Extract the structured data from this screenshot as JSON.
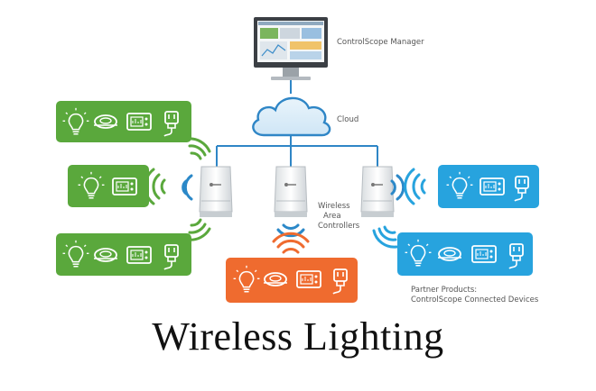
{
  "title": "Wireless Lighting",
  "labels": {
    "manager": "ControlScope Manager",
    "cloud": "Cloud",
    "controllers_line1": "Wireless",
    "controllers_line2": "Area",
    "controllers_line3": "Controllers",
    "partner_line1": "Partner Products:",
    "partner_line2": "ControlScope Connected Devices"
  },
  "colors": {
    "green": "#5aa83c",
    "blue": "#27a3de",
    "orange": "#ef6b2f",
    "cloud": "#4aa3dd",
    "signal_blue": "#2b88c8",
    "signal_orange": "#ef6b2f",
    "line": "#2f86c6"
  },
  "icons": [
    "bulb-icon",
    "downlight-icon",
    "sensor-panel-icon",
    "outlet-plug-icon",
    "wireless-signal-icon",
    "controller-icon",
    "monitor-icon",
    "cloud-icon"
  ]
}
